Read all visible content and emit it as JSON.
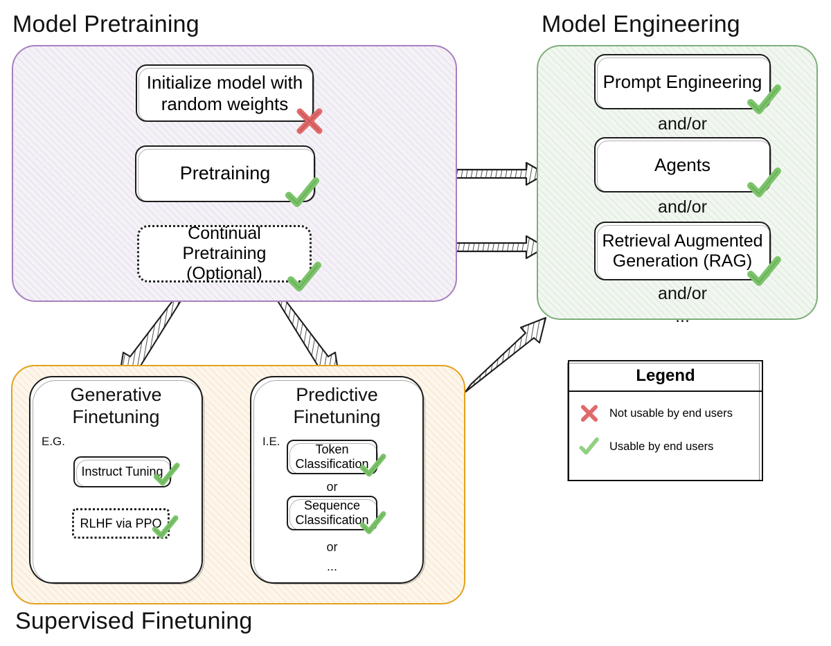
{
  "diagram": {
    "title_pretraining": "Model Pretraining",
    "title_engineering": "Model Engineering",
    "title_sft": "Supervised Finetuning"
  },
  "pretraining": {
    "nodes": [
      {
        "label": "Initialize model with random weights",
        "mark": "cross",
        "style": "solid"
      },
      {
        "label": "Pretraining",
        "mark": "check",
        "style": "solid"
      },
      {
        "label": "Continual Pretraining (Optional)",
        "mark": "check",
        "style": "dotted"
      }
    ]
  },
  "engineering": {
    "nodes": [
      {
        "label": "Prompt Engineering",
        "mark": "check"
      },
      {
        "label": "Agents",
        "mark": "check"
      },
      {
        "label": "Retrieval Augmented Generation (RAG)",
        "mark": "check"
      }
    ],
    "connector_1": "and/or",
    "connector_2": "and/or",
    "connector_3": "and/or",
    "ellipsis": "..."
  },
  "sft": {
    "generative": {
      "title_line1": "Generative",
      "title_line2": "Finetuning",
      "example_label": "E.G.",
      "items": [
        {
          "label": "Instruct Tuning",
          "mark": "check",
          "style": "solid"
        },
        {
          "label": "RLHF via PPO",
          "mark": "check",
          "style": "dotted"
        }
      ]
    },
    "predictive": {
      "title_line1": "Predictive",
      "title_line2": "Finetuning",
      "example_label": "I.E.",
      "items": [
        {
          "label": "Token Classification",
          "mark": "check",
          "style": "solid"
        },
        {
          "label": "Sequence Classification",
          "mark": "check",
          "style": "solid"
        }
      ],
      "connector_1": "or",
      "connector_2": "or",
      "ellipsis": "..."
    }
  },
  "legend": {
    "title": "Legend",
    "rows": [
      {
        "icon": "cross-icon",
        "label": "Not usable by end users"
      },
      {
        "icon": "check-icon",
        "label": "Usable by end users"
      }
    ]
  },
  "colors": {
    "pretraining_border": "#a77fc0",
    "engineering_border": "#7dae79",
    "sft_border": "#e3a11b",
    "check": "#7cc36b",
    "cross": "#e06a6a"
  }
}
